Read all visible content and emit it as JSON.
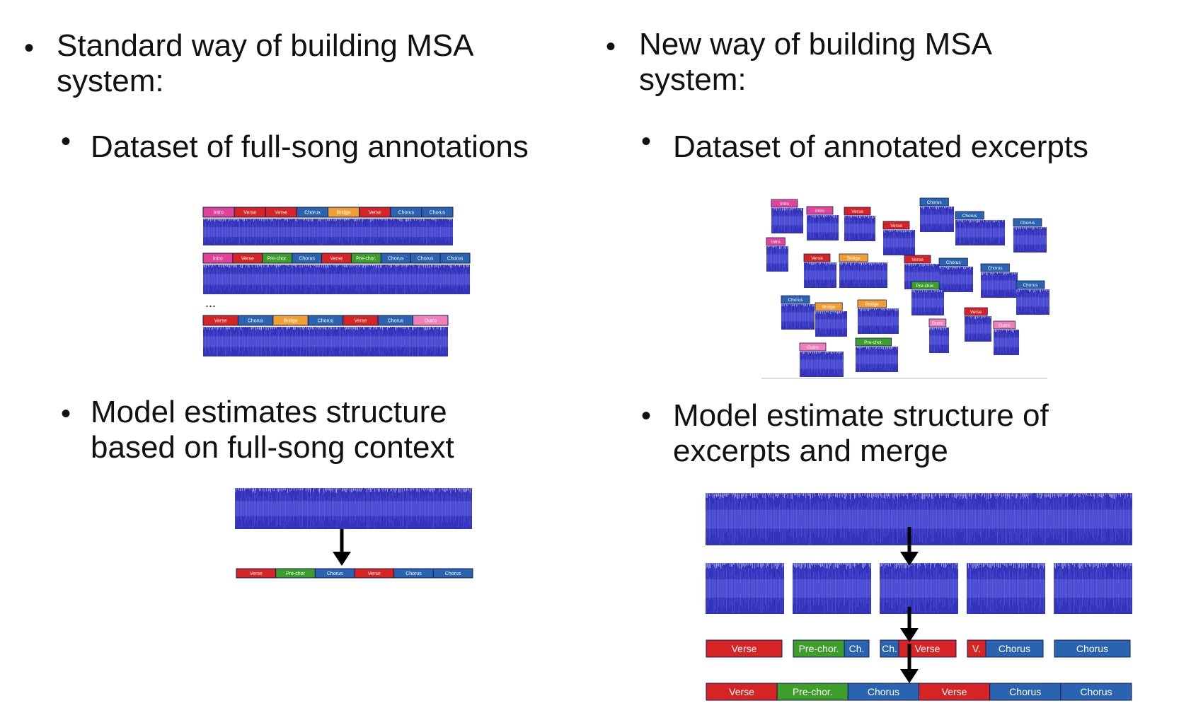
{
  "colors": {
    "waveform": "#3333bb",
    "waveform_light": "#5d5de0",
    "segment_border": "#1a1a55",
    "arrow": "#000000",
    "Intro": "#e0439a",
    "Verse": "#d62424",
    "Pre-chor.": "#3d9e2a",
    "Chorus": "#2a63b0",
    "Bridge": "#f0a030",
    "Outro": "#f080b8"
  },
  "bullet_char": "•",
  "left": {
    "heading": "Standard way of building MSA\nsystem:",
    "sub1": "Dataset of full-song annotations",
    "sub2": "Model estimates structure\nbased on full-song context",
    "ellipsis": "...",
    "songs": [
      {
        "segments": [
          [
            "Intro",
            "Intro"
          ],
          [
            "Verse",
            "Verse"
          ],
          [
            "Verse",
            "Verse"
          ],
          [
            "Chorus",
            "Chorus"
          ],
          [
            "Bridge",
            "Bridge"
          ],
          [
            "Verse",
            "Verse"
          ],
          [
            "Chorus",
            "Chorus"
          ],
          [
            "Chorus",
            "Chorus"
          ]
        ]
      },
      {
        "segments": [
          [
            "Intro",
            "Intro"
          ],
          [
            "Verse",
            "Verse"
          ],
          [
            "Pre-chor.",
            "Pre-chor."
          ],
          [
            "Chorus",
            "Chorus"
          ],
          [
            "Verse",
            "Verse"
          ],
          [
            "Pre-chor.",
            "Pre-chor."
          ],
          [
            "Chorus",
            "Chorus"
          ],
          [
            "Chorus",
            "Chorus"
          ],
          [
            "Chorus",
            "Chorus"
          ]
        ]
      },
      {
        "segments": [
          [
            "Verse",
            "Verse"
          ],
          [
            "Chorus",
            "Chorus"
          ],
          [
            "Bridge",
            "Bridge"
          ],
          [
            "Chorus",
            "Chorus"
          ],
          [
            "Verse",
            "Verse"
          ],
          [
            "Chorus",
            "Chorus"
          ],
          [
            "Outro",
            "Outro"
          ]
        ]
      }
    ],
    "output": [
      [
        "Verse",
        "Verse"
      ],
      [
        "Pre-chor.",
        "Pre-chor"
      ],
      [
        "Chorus",
        "Chorus"
      ],
      [
        "Verse",
        "Verse"
      ],
      [
        "Chorus",
        "Chorus"
      ],
      [
        "Chorus",
        "Chorus"
      ]
    ]
  },
  "right": {
    "heading": "New way of building MSA\nsystem:",
    "sub1": "Dataset of annotated excerpts",
    "sub2": "Model estimate structure of\nexcerpts and merge",
    "excerpts": [
      {
        "label": "Intro",
        "type": "Intro"
      },
      {
        "label": "Intro",
        "type": "Intro"
      },
      {
        "label": "Verse",
        "type": "Verse"
      },
      {
        "label": "Verse",
        "type": "Verse"
      },
      {
        "label": "Chorus",
        "type": "Chorus"
      },
      {
        "label": "Chorus",
        "type": "Chorus"
      },
      {
        "label": "Chorus",
        "type": "Chorus"
      },
      {
        "label": "Intro",
        "type": "Intro"
      },
      {
        "label": "Verse",
        "type": "Verse"
      },
      {
        "label": "Bridge",
        "type": "Bridge"
      },
      {
        "label": "Verse",
        "type": "Verse"
      },
      {
        "label": "Chorus",
        "type": "Chorus"
      },
      {
        "label": "Chorus",
        "type": "Chorus"
      },
      {
        "label": "Chorus",
        "type": "Chorus"
      },
      {
        "label": "Chorus",
        "type": "Chorus"
      },
      {
        "label": "Bridge",
        "type": "Bridge"
      },
      {
        "label": "Bridge",
        "type": "Bridge"
      },
      {
        "label": "Verse",
        "type": "Verse"
      },
      {
        "label": "Outro",
        "type": "Outro"
      },
      {
        "label": "Outro",
        "type": "Outro"
      },
      {
        "label": "Outro",
        "type": "Outro"
      },
      {
        "label": "Pre-chor.",
        "type": "Pre-chor."
      },
      {
        "label": "Pre-chor.",
        "type": "Pre-chor."
      }
    ],
    "excerpt_labels": [
      [
        [
          "Verse",
          "Verse"
        ]
      ],
      [
        [
          "Pre-chor.",
          "Pre-chor."
        ],
        [
          "Chorus",
          "Ch."
        ]
      ],
      [
        [
          "Chorus",
          "Ch."
        ],
        [
          "Verse",
          "Verse"
        ]
      ],
      [
        [
          "Verse",
          "V."
        ],
        [
          "Chorus",
          "Chorus"
        ]
      ],
      [
        [
          "Chorus",
          "Chorus"
        ]
      ]
    ],
    "merged": [
      [
        "Verse",
        "Verse"
      ],
      [
        "Pre-chor.",
        "Pre-chor."
      ],
      [
        "Chorus",
        "Chorus"
      ],
      [
        "Verse",
        "Verse"
      ],
      [
        "Chorus",
        "Chorus"
      ],
      [
        "Chorus",
        "Chorus"
      ]
    ]
  }
}
